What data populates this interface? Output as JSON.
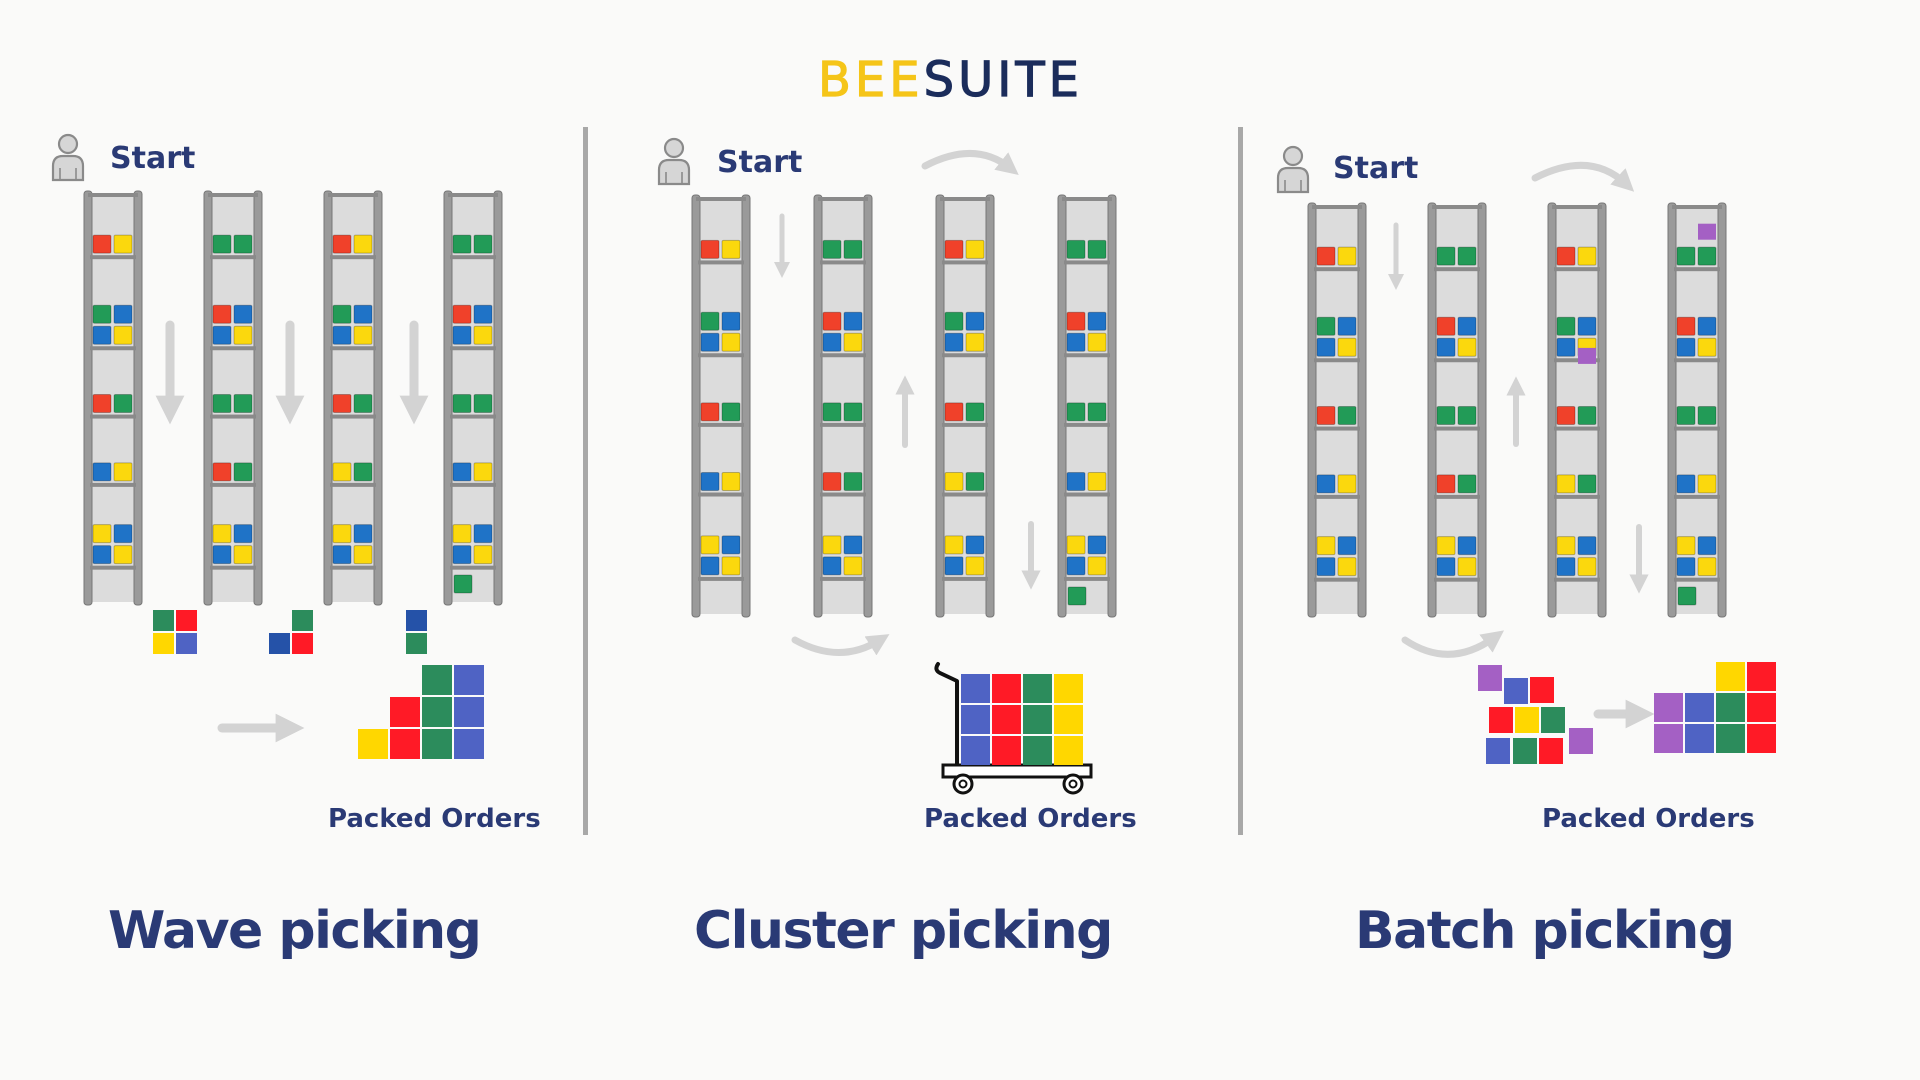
{
  "brand": {
    "part1": "BEE",
    "part2": "SUITE",
    "colors": {
      "part1": "#f5c518",
      "part2": "#1b2c5b"
    }
  },
  "colors": {
    "red": "#f0412a",
    "yellow": "#fbd80d",
    "green": "#229b57",
    "blue": "#1f73c7",
    "purple": "#a460c4",
    "order_red": "#ff1a26",
    "order_yellow": "#ffd700",
    "order_green": "#2c8c5c",
    "order_blue": "#4f63c4",
    "order_darkblue": "#2552a8",
    "text": "#2a3a75",
    "arrow": "#d3d3d3",
    "rack": "#8c8c8c",
    "rack_fill": "#dcdcdc",
    "separator": "#a8a8a8"
  },
  "rack_shelves": [
    [
      [
        "red",
        "yellow"
      ]
    ],
    [
      [
        "green",
        "blue"
      ],
      [
        "blue",
        "yellow"
      ]
    ],
    [
      [
        "red",
        "green"
      ]
    ],
    [
      [
        "blue",
        "yellow"
      ]
    ],
    [
      [
        "yellow",
        "blue"
      ],
      [
        "blue",
        "yellow"
      ]
    ]
  ],
  "racks": [
    {
      "shelves": [
        [
          [
            "red",
            "yellow"
          ]
        ],
        [
          [
            "green",
            "blue"
          ],
          [
            "blue",
            "yellow"
          ]
        ],
        [
          [
            "red",
            "green"
          ]
        ],
        [
          [
            "blue",
            "yellow"
          ]
        ],
        [
          [
            "yellow",
            "blue"
          ],
          [
            "blue",
            "yellow"
          ]
        ]
      ]
    },
    {
      "shelves": [
        [
          [
            "green",
            "green"
          ]
        ],
        [
          [
            "red",
            "blue"
          ],
          [
            "blue",
            "yellow"
          ]
        ],
        [
          [
            "green",
            "green"
          ]
        ],
        [
          [
            "red",
            "green"
          ]
        ],
        [
          [
            "yellow",
            "blue"
          ],
          [
            "blue",
            "yellow"
          ]
        ]
      ]
    },
    {
      "shelves": [
        [
          [
            "red",
            "yellow"
          ]
        ],
        [
          [
            "green",
            "blue"
          ],
          [
            "blue",
            "yellow"
          ]
        ],
        [
          [
            "red",
            "green"
          ]
        ],
        [
          [
            "yellow",
            "green"
          ]
        ],
        [
          [
            "yellow",
            "blue"
          ],
          [
            "blue",
            "yellow"
          ]
        ]
      ]
    },
    {
      "shelves": [
        [
          [
            "green",
            "green"
          ]
        ],
        [
          [
            "red",
            "blue"
          ],
          [
            "blue",
            "yellow"
          ]
        ],
        [
          [
            "green",
            "green"
          ]
        ],
        [
          [
            "blue",
            "yellow"
          ]
        ],
        [
          [
            "yellow",
            "blue"
          ],
          [
            "blue",
            "yellow"
          ]
        ]
      ],
      "bottom_item": "green"
    }
  ],
  "panels": [
    {
      "id": "wave",
      "start_label": "Start",
      "packed_label": "Packed Orders",
      "title": "Wave picking",
      "order_bundles": [
        [
          [
            "green",
            "red"
          ],
          [
            "yellow",
            "blue"
          ]
        ],
        [
          [
            "green"
          ],
          [
            "darkblue",
            "red"
          ]
        ],
        [
          [
            "darkblue"
          ],
          [
            "green"
          ]
        ]
      ],
      "packed_stack": [
        [
          null,
          null,
          "green",
          "blue"
        ],
        [
          null,
          "red",
          "green",
          "blue"
        ],
        [
          "yellow",
          "red",
          "green",
          "blue"
        ]
      ]
    },
    {
      "id": "cluster",
      "start_label": "Start",
      "packed_label": "Packed Orders",
      "title": "Cluster picking",
      "cart_stack": [
        [
          "blue",
          "red",
          "green",
          "yellow"
        ],
        [
          "blue",
          "red",
          "green",
          "yellow"
        ],
        [
          "blue",
          "red",
          "green",
          "yellow"
        ]
      ]
    },
    {
      "id": "batch",
      "start_label": "Start",
      "packed_label": "Packed Orders",
      "title": "Batch picking",
      "extra_items": "purple",
      "loose_pile": [
        "purple",
        "blue",
        "red",
        "red",
        "yellow",
        "green",
        "blue",
        "green",
        "red",
        "purple"
      ],
      "packed_stack": [
        [
          null,
          null,
          "yellow",
          "red"
        ],
        [
          "purple",
          "blue",
          "green",
          "red"
        ],
        [
          "purple",
          "blue",
          "green",
          "red"
        ]
      ]
    }
  ]
}
